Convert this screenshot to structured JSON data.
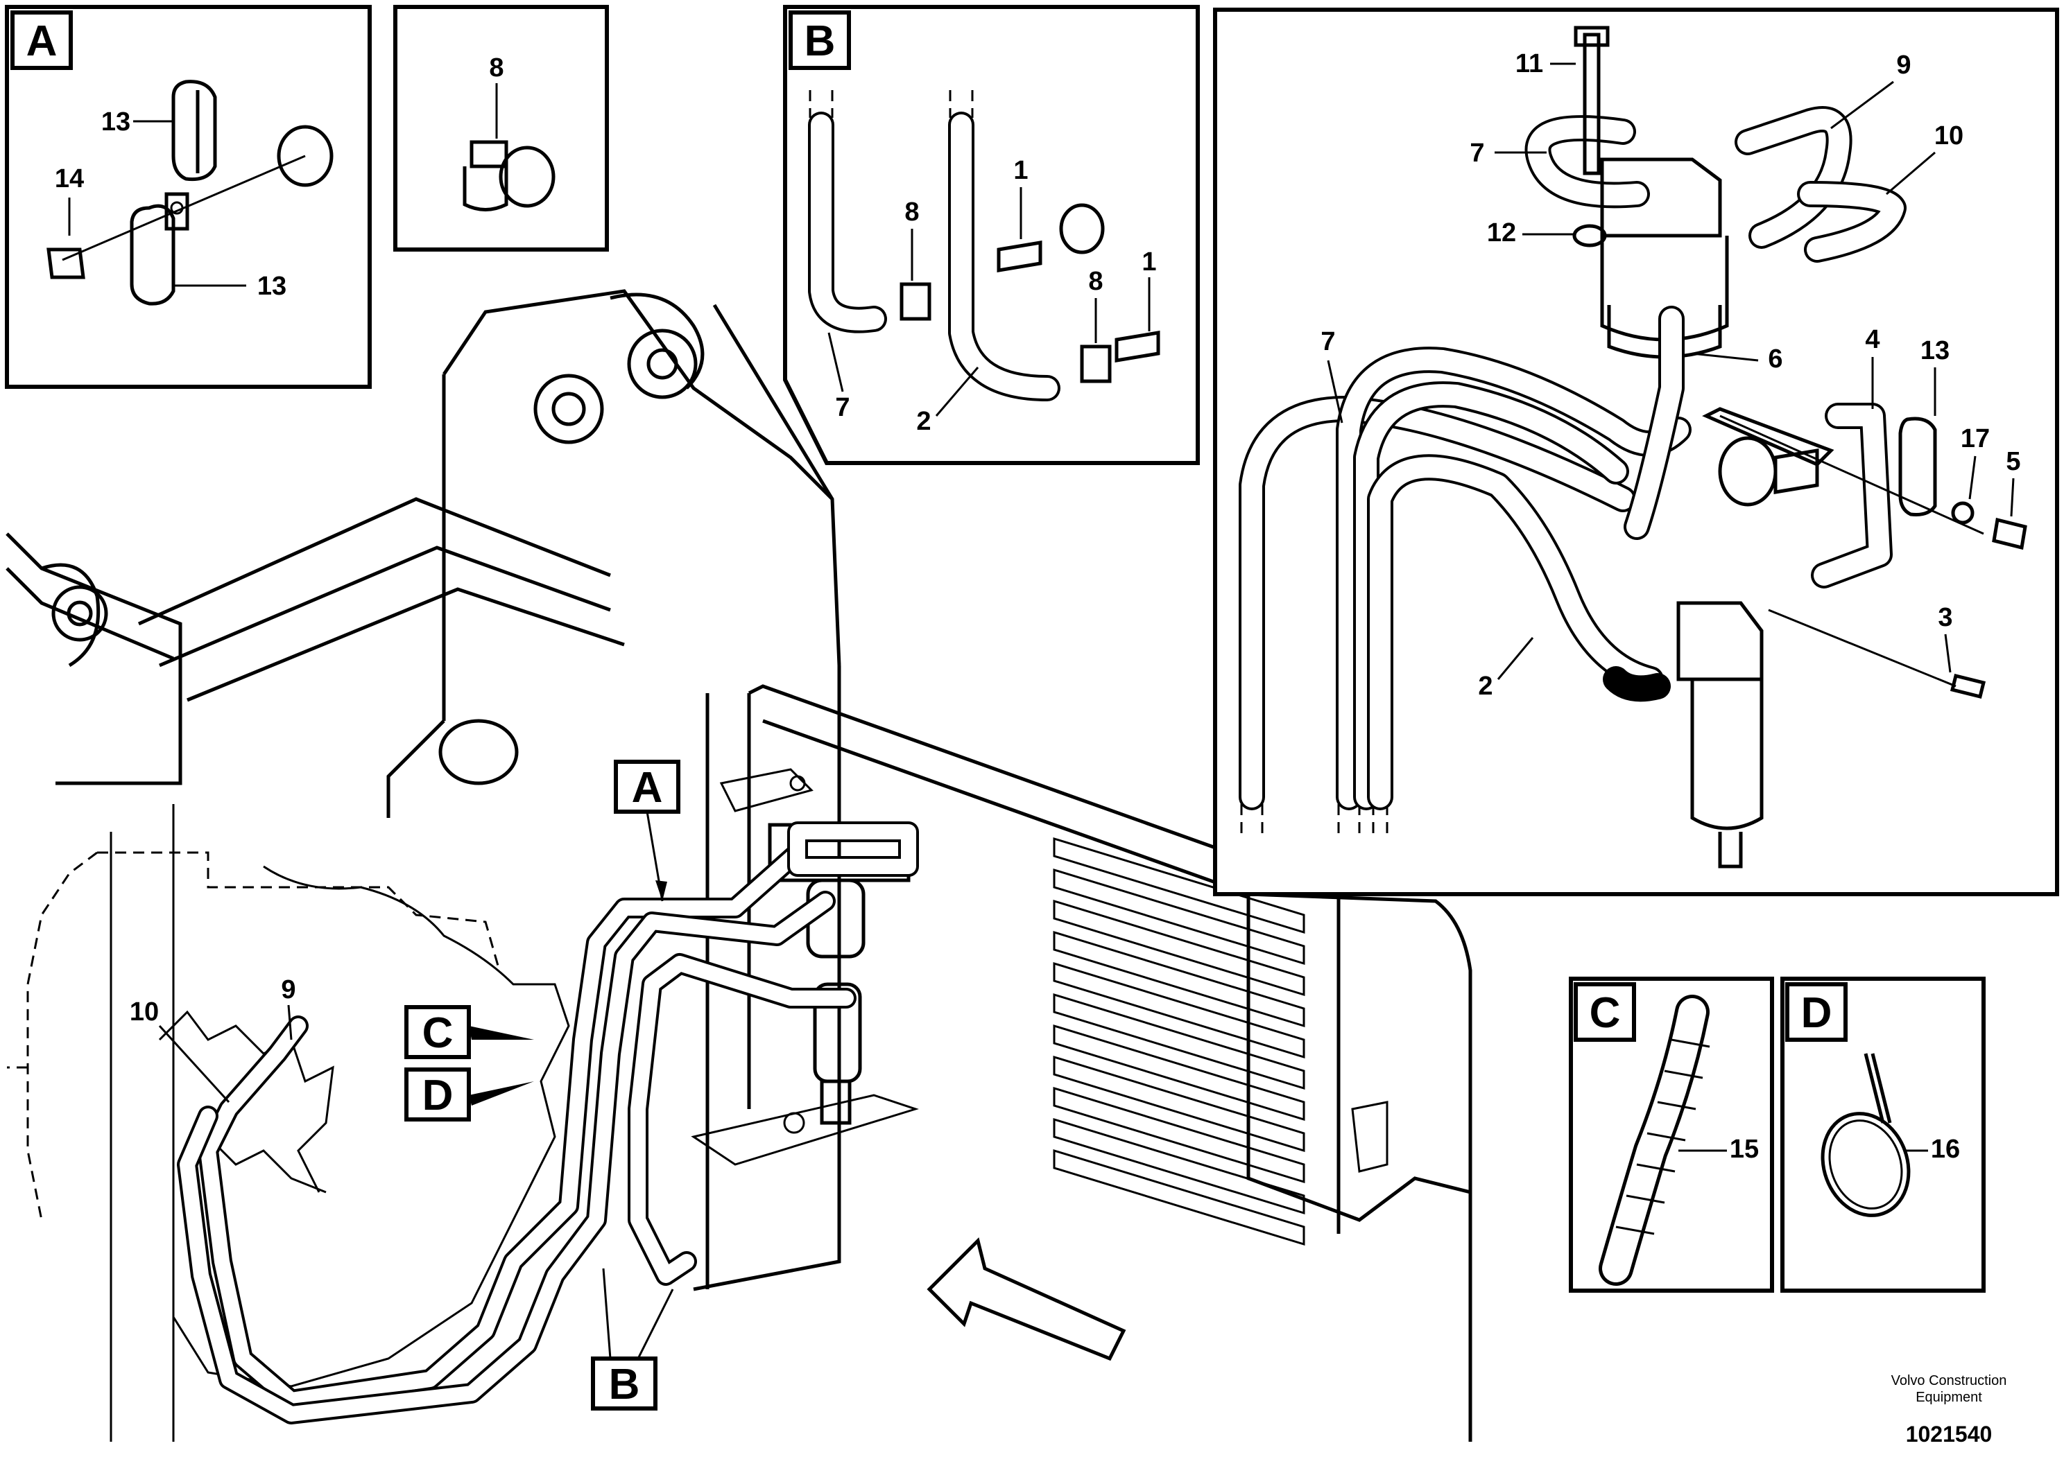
{
  "panels": {
    "a": {
      "letter": "A",
      "labels": {
        "p13_top": "13",
        "p14": "14",
        "p13_bottom": "13"
      }
    },
    "clamp": {
      "labels": {
        "p8": "8"
      }
    },
    "b": {
      "letter": "B",
      "labels": {
        "p1_a": "1",
        "p8_a": "8",
        "p8_b": "8",
        "p1_b": "1",
        "p7": "7",
        "p2": "2"
      }
    },
    "detail": {
      "labels": {
        "p11": "11",
        "p9": "9",
        "p7_top": "7",
        "p10": "10",
        "p12": "12",
        "p7_left": "7",
        "p6": "6",
        "p4": "4",
        "p13": "13",
        "p17": "17",
        "p5": "5",
        "p3": "3",
        "p2": "2"
      }
    },
    "c": {
      "letter": "C",
      "labels": {
        "p15": "15"
      }
    },
    "d": {
      "letter": "D",
      "labels": {
        "p16": "16"
      }
    }
  },
  "main": {
    "markers": {
      "a": "A",
      "c": "C",
      "d": "D",
      "b": "B"
    },
    "labels": {
      "p9": "9",
      "p10": "10"
    }
  },
  "footer": {
    "company": "Volvo Construction",
    "company_line2": "Equipment",
    "drawing_number": "1021540"
  }
}
